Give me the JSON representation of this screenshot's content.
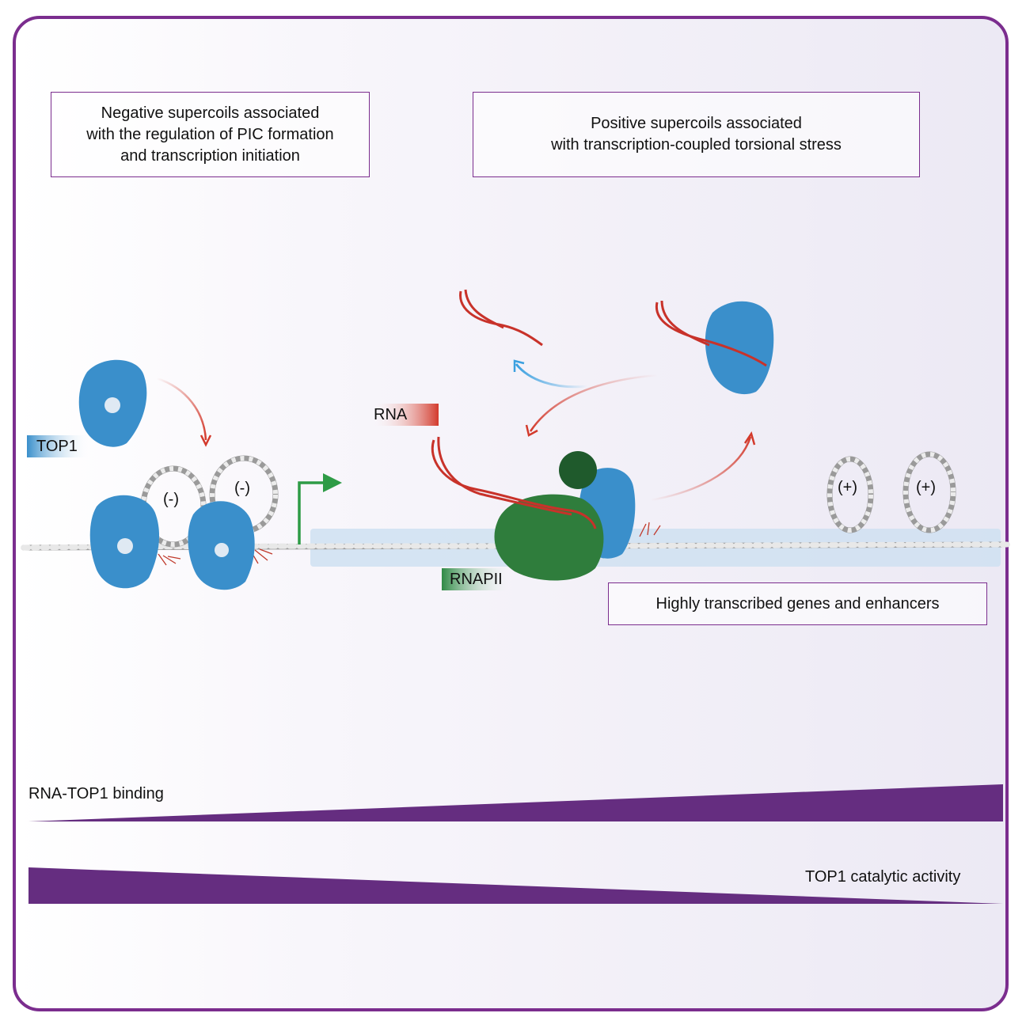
{
  "boxes": {
    "negative": "Negative supercoils associated\nwith the regulation of PIC formation\nand transcription initiation",
    "positive": "Positive supercoils associated\nwith transcription-coupled torsional stress",
    "highly": "Highly transcribed genes and enhancers"
  },
  "labels": {
    "top1": "TOP1",
    "rna": "RNA",
    "rnapii": "RNAPII",
    "neg_sign": "(-)",
    "pos_sign": "(+)"
  },
  "gradients": {
    "binding": "RNA-TOP1 binding",
    "catalytic": "TOP1 catalytic activity"
  },
  "colors": {
    "frame": "#7b2d8e",
    "wedge": "#652d80",
    "top1": "#3a8fcb",
    "rna": "#c8322a",
    "rnapii": "#2f7d3c",
    "dna": "#8a8a8a",
    "highlight": "#cfe0f1"
  }
}
